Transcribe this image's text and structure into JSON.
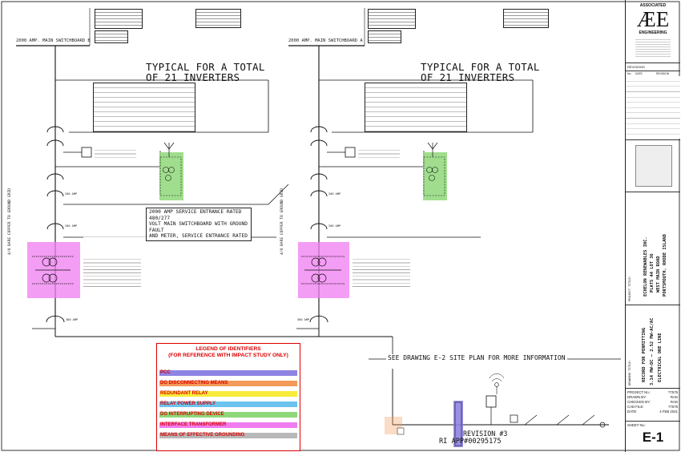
{
  "title_block": {
    "firm_top": "ASSOCIATED",
    "firm_logo": "ÆE",
    "firm_bottom": "ENGINEERING",
    "revisions_label": "REVISIONS",
    "rev_col_no": "No.",
    "rev_col_date": "DATE",
    "rev_col_revision": "REVISION",
    "project_title_label": "PROJECT TITLE:",
    "owner_lines": [
      "ECHELON RENEWABLES INC.",
      "PLATS 44 LOT 36",
      "WEST MAIN ROAD",
      "PORTSMOUTH, RHODE ISLAND"
    ],
    "drawing_title_label": "DRAWING TITLE:",
    "drawing_title_lines": [
      "RECORD FOR PERMITTING",
      "3.14 MW-DC – 2.52 MW-AC/AC",
      "ELECTRICAL ONE LINE"
    ],
    "project_no_label": "PROJECT No.:",
    "project_no": "77575",
    "drawn_by_label": "DRAWN BY:",
    "drawn_by": "RAD",
    "checked_by_label": "CHECKED BY:",
    "checked_by": "RAD",
    "cad_file_label": "CAD FILE:",
    "cad_file": "77575",
    "date_label": "DATE:",
    "date": "4 FEB 2021",
    "sheet_no_label": "SHEET No.:",
    "sheet_no": "E-1"
  },
  "left_section": {
    "switchboard_label": "2000 AMP. MAIN SWITCHBOARD B",
    "typical_line1": "TYPICAL FOR A TOTAL",
    "typical_line2": "OF 21 INVERTERS",
    "ground_label": "4/0 BARE COPPER TO GROUND GRID",
    "breaker_top": "200 AMP",
    "breaker_mid": "200 AMP",
    "breaker_bottom": "300 AMP"
  },
  "right_section": {
    "switchboard_label": "2000 AMP. MAIN SWITCHBOARD A",
    "typical_line1": "TYPICAL FOR A TOTAL",
    "typical_line2": "OF 21 INVERTERS",
    "ground_label": "4/0 BARE COPPER TO GROUND GRID",
    "breaker_top": "200 AMP",
    "breaker_mid": "200 AMP",
    "breaker_bottom": "300 AMP"
  },
  "service_entrance_note": [
    "2000 AMP SERVICE ENTRANCE RATED 480/277",
    "VOLT MAIN SWITCHBOARD WITH GROUND FAULT",
    "AND METER, SERVICE ENTRANCE RATED"
  ],
  "site_plan_note": "SEE DRAWING E-2 SITE PLAN FOR MORE INFORMATION",
  "revision_stamp": "REVISION #3",
  "ri_app": "RI APP#00295175",
  "legend": {
    "title_line1": "LEGEND OF IDENTIFIERS",
    "title_line2": "(FOR REFERENCE WITH IMPACT STUDY ONLY)",
    "items": [
      {
        "label": "PCC",
        "color": "#8e84e3"
      },
      {
        "label": "DG DISCONNECTING MEANS",
        "color": "#f39a58"
      },
      {
        "label": "REDUNDANT RELAY",
        "color": "#f7ec3a"
      },
      {
        "label": "RELAY POWER SUPPLY",
        "color": "#6cc3ee"
      },
      {
        "label": "DG INTERRUPTING DEVICE",
        "color": "#8fd87a"
      },
      {
        "label": "INTERFACE TRANSFORMER",
        "color": "#f07cf0"
      },
      {
        "label": "MEANS OF EFFECTIVE GROUNDING",
        "color": "#b8b8b8"
      }
    ]
  },
  "colors": {
    "transformer_highlight": "#f07cf0",
    "inverter_highlight": "#8fd87a",
    "legend_red": "#dd0000",
    "pcc_highlight": "#8e84e3"
  }
}
